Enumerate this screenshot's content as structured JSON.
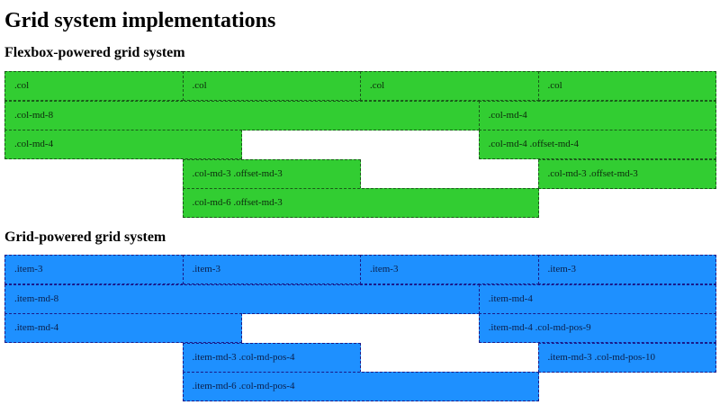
{
  "page": {
    "title": "Grid system implementations"
  },
  "colors": {
    "flexbox_cell": "#32cd32",
    "grid_cell": "#1e90ff"
  },
  "flexbox": {
    "heading": "Flexbox-powered grid system",
    "cells": [
      {
        "label": ".col",
        "row": 0,
        "start": 0,
        "span": 3
      },
      {
        "label": ".col",
        "row": 0,
        "start": 3,
        "span": 3
      },
      {
        "label": ".col",
        "row": 0,
        "start": 6,
        "span": 3
      },
      {
        "label": ".col",
        "row": 0,
        "start": 9,
        "span": 3
      },
      {
        "label": ".col-md-8",
        "row": 1,
        "start": 0,
        "span": 8
      },
      {
        "label": ".col-md-4",
        "row": 1,
        "start": 8,
        "span": 4
      },
      {
        "label": ".col-md-4",
        "row": 2,
        "start": 0,
        "span": 4
      },
      {
        "label": ".col-md-4 .offset-md-4",
        "row": 2,
        "start": 8,
        "span": 4
      },
      {
        "label": ".col-md-3 .offset-md-3",
        "row": 3,
        "start": 3,
        "span": 3
      },
      {
        "label": ".col-md-3 .offset-md-3",
        "row": 3,
        "start": 9,
        "span": 3
      },
      {
        "label": ".col-md-6 .offset-md-3",
        "row": 4,
        "start": 3,
        "span": 6
      }
    ]
  },
  "grid": {
    "heading": "Grid-powered grid system",
    "cells": [
      {
        "label": ".item-3",
        "row": 0,
        "start": 0,
        "span": 3
      },
      {
        "label": ".item-3",
        "row": 0,
        "start": 3,
        "span": 3
      },
      {
        "label": ".item-3",
        "row": 0,
        "start": 6,
        "span": 3
      },
      {
        "label": ".item-3",
        "row": 0,
        "start": 9,
        "span": 3
      },
      {
        "label": ".item-md-8",
        "row": 1,
        "start": 0,
        "span": 8
      },
      {
        "label": ".item-md-4",
        "row": 1,
        "start": 8,
        "span": 4
      },
      {
        "label": ".item-md-4",
        "row": 2,
        "start": 0,
        "span": 4
      },
      {
        "label": ".item-md-4 .col-md-pos-9",
        "row": 2,
        "start": 8,
        "span": 4
      },
      {
        "label": ".item-md-3 .col-md-pos-4",
        "row": 3,
        "start": 3,
        "span": 3
      },
      {
        "label": ".item-md-3 .col-md-pos-10",
        "row": 3,
        "start": 9,
        "span": 3
      },
      {
        "label": ".item-md-6 .col-md-pos-4",
        "row": 4,
        "start": 3,
        "span": 6
      }
    ]
  }
}
